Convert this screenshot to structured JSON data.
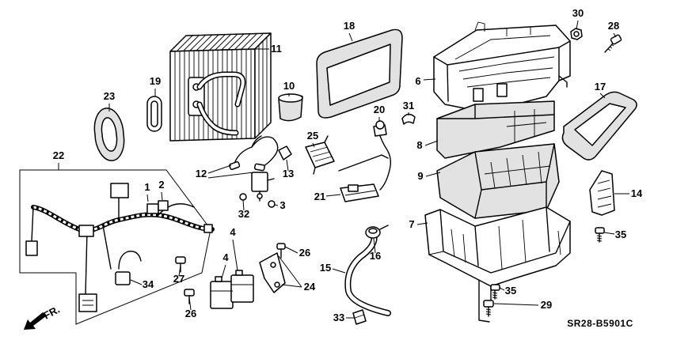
{
  "diagram": {
    "front_label": "FR.",
    "code": "SR28-B5901C"
  },
  "callouts": [
    "11",
    "18",
    "30",
    "28",
    "6",
    "17",
    "19",
    "23",
    "10",
    "31",
    "20",
    "8",
    "25",
    "22",
    "12",
    "13",
    "9",
    "1",
    "2",
    "21",
    "14",
    "32",
    "3",
    "7",
    "35",
    "4",
    "16",
    "26",
    "27",
    "4",
    "15",
    "34",
    "24",
    "35",
    "29",
    "26",
    "33"
  ]
}
